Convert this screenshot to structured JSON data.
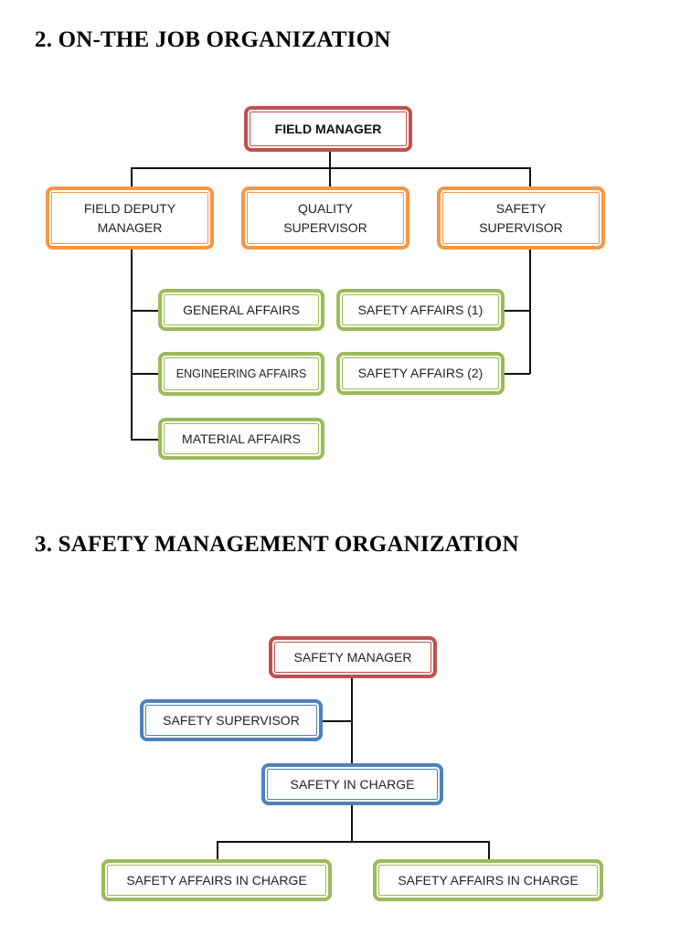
{
  "section2": {
    "title": "2. ON-THE JOB ORGANIZATION",
    "field_manager": "FIELD MANAGER",
    "field_deputy_manager": "FIELD DEPUTY MANAGER",
    "quality_supervisor": "QUALITY SUPERVISOR",
    "safety_supervisor": "SAFETY SUPERVISOR",
    "general_affairs": "GENERAL AFFAIRS",
    "engineering_affairs": "ENGINEERING AFFAIRS",
    "material_affairs": "MATERIAL AFFAIRS",
    "safety_affairs_1": "SAFETY AFFAIRS (1)",
    "safety_affairs_2": "SAFETY AFFAIRS (2)"
  },
  "section3": {
    "title": "3. SAFETY MANAGEMENT ORGANIZATION",
    "safety_manager": "SAFETY MANAGER",
    "safety_supervisor": "SAFETY SUPERVISOR",
    "safety_in_charge": "SAFETY IN CHARGE",
    "safety_affairs_in_charge_left": "SAFETY AFFAIRS IN CHARGE",
    "safety_affairs_in_charge_right": "SAFETY AFFAIRS IN CHARGE"
  },
  "colors": {
    "top": "#c0504d",
    "second": "#f79646",
    "third": "#9bbb59",
    "blue": "#4f81bd"
  }
}
